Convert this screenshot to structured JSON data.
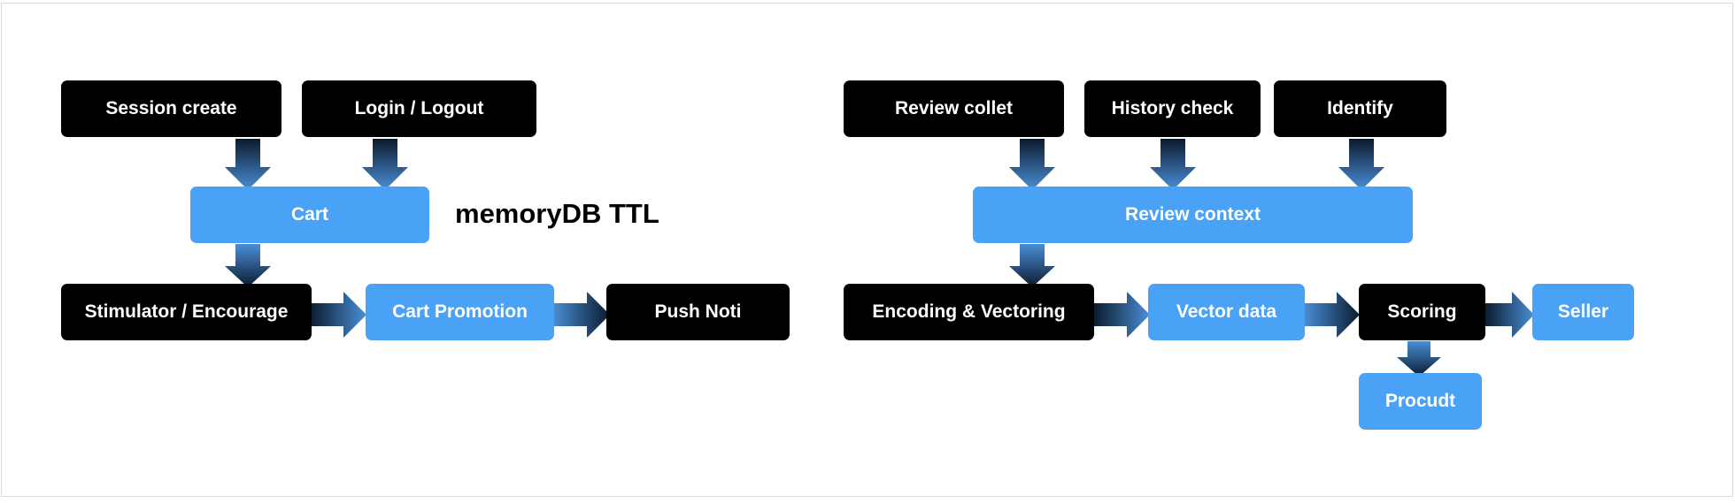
{
  "left_flow": {
    "session_create": "Session create",
    "login_logout": "Login / Logout",
    "cart": "Cart",
    "memorydb_label": "memoryDB TTL",
    "stimulator": "Stimulator / Encourage",
    "cart_promotion": "Cart Promotion",
    "push_noti": "Push Noti"
  },
  "right_flow": {
    "review_collet": "Review collet",
    "history_check": "History check",
    "identify": "Identify",
    "review_context": "Review context",
    "encoding_vectoring": "Encoding & Vectoring",
    "vector_data": "Vector data",
    "scoring": "Scoring",
    "seller": "Seller",
    "procudt": "Procudt"
  },
  "colors": {
    "dark_node": "#000000",
    "blue_node": "#4aa2f7",
    "arrow_light": "#4a8fd6",
    "arrow_dark": "#0b1a2e"
  }
}
